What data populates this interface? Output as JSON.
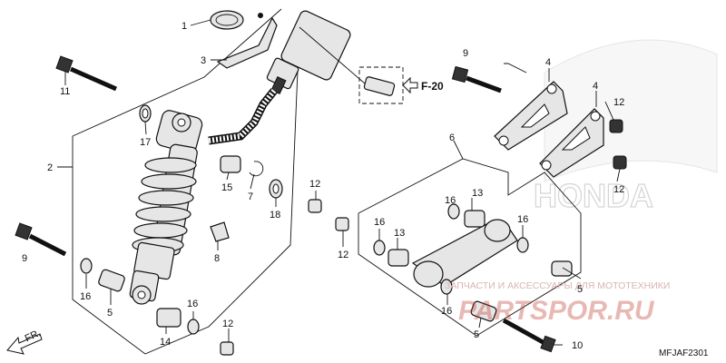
{
  "diagram": {
    "ref_label": "F-20",
    "direction_label": "FR.",
    "diagram_code": "MFJAF2301",
    "brand_mark": "HONDA",
    "watermark_text": "ЗАПЧАСТИ И АКСЕССУАРЫ ДЛЯ МОТОТЕХНИКИ",
    "watermark_logo": "PARTSPOR.RU",
    "callouts": [
      "1",
      "3",
      "11",
      "2",
      "17",
      "15",
      "7",
      "18",
      "12",
      "12",
      "9",
      "16",
      "5",
      "16",
      "14",
      "8",
      "12",
      "9",
      "4",
      "4",
      "12",
      "12",
      "6",
      "13",
      "16",
      "13",
      "16",
      "16",
      "16",
      "5",
      "5",
      "10"
    ]
  },
  "colors": {
    "ink": "#111111",
    "watermark": "#c0392b"
  }
}
